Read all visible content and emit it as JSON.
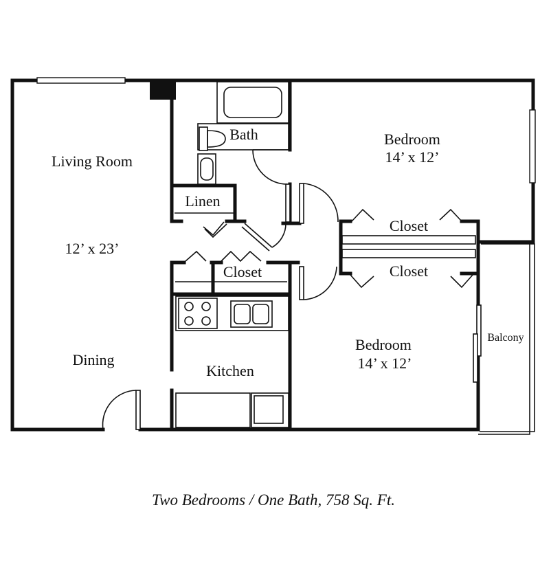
{
  "rooms": {
    "living_room": "Living Room",
    "living_room_size": "12’ x 23’",
    "dining": "Dining",
    "kitchen": "Kitchen",
    "bath": "Bath",
    "linen": "Linen",
    "closet_hall": "Closet",
    "bedroom_1": "Bedroom",
    "bedroom_1_size": "14’ x 12’",
    "closet_1": "Closet",
    "bedroom_2": "Bedroom",
    "bedroom_2_size": "14’ x 12’",
    "closet_2": "Closet",
    "balcony": "Balcony"
  },
  "caption": "Two Bedrooms / One Bath, 758 Sq. Ft."
}
